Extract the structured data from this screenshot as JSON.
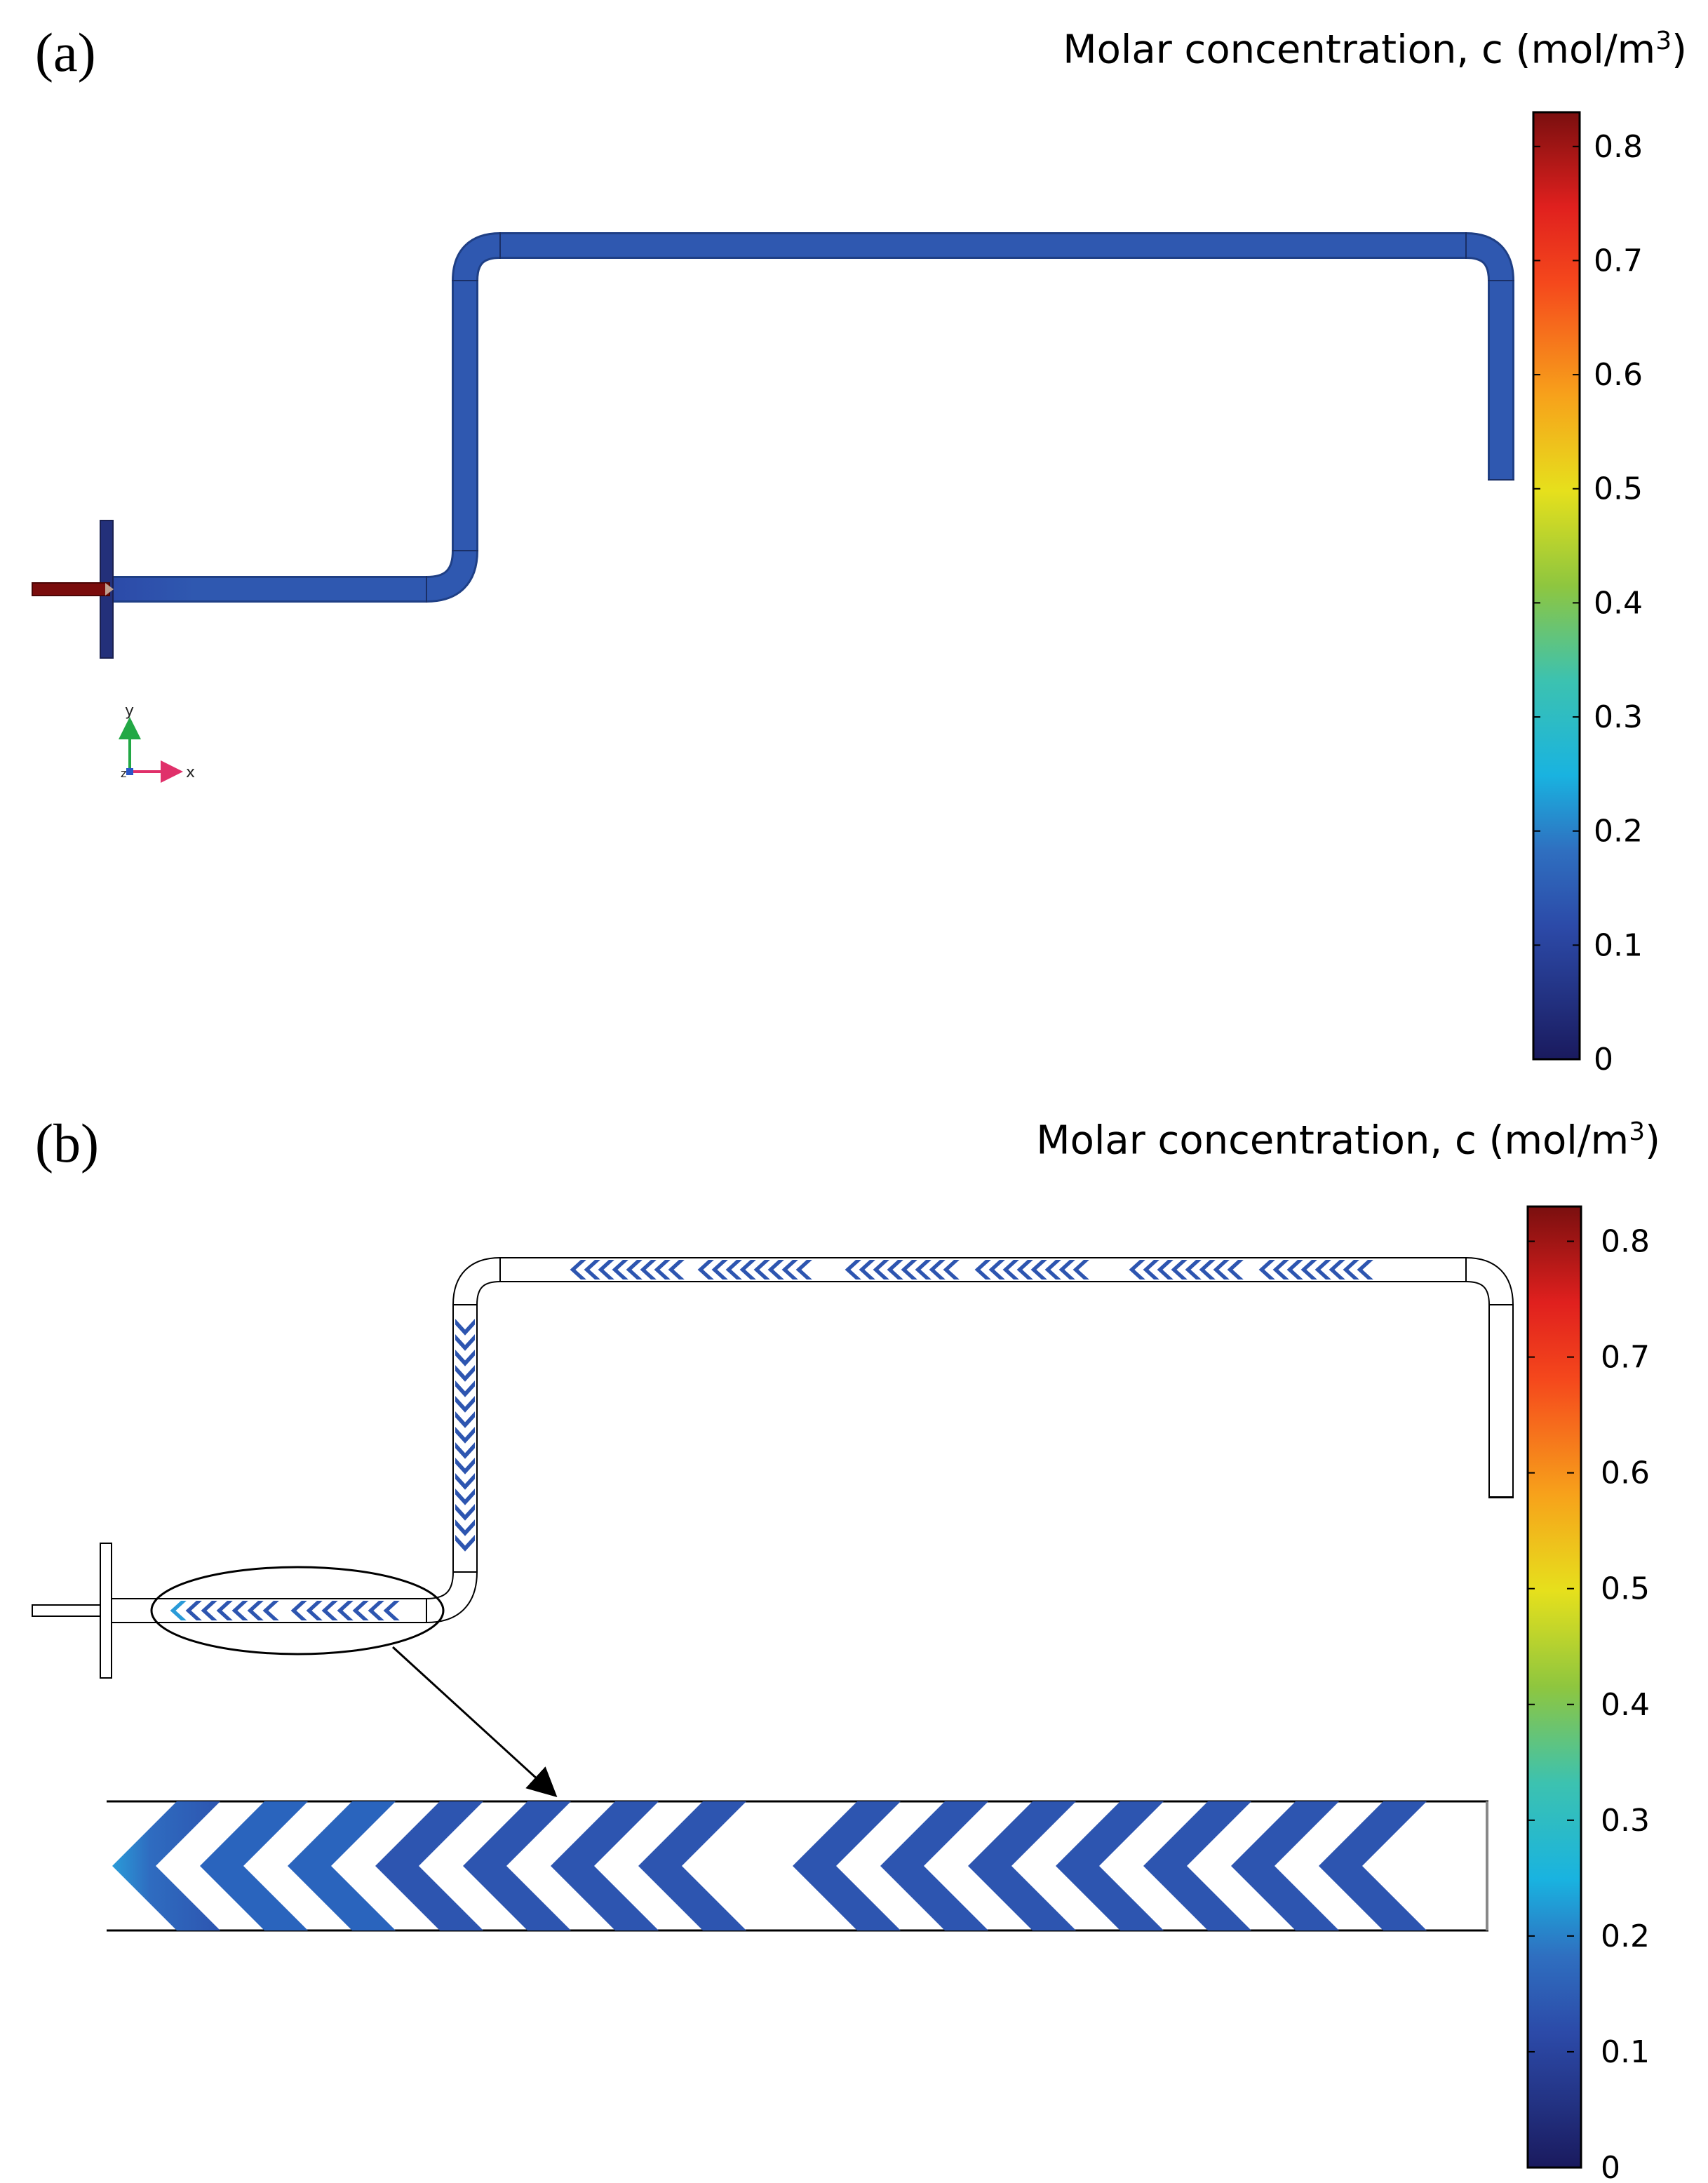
{
  "panels": [
    {
      "id": "a",
      "label": "(a)",
      "colorbar": {
        "title_prefix": "Molar concentration, c (mol/m",
        "title_sup": "3",
        "title_suffix": ")",
        "ticks": [
          "0.8",
          "0.7",
          "0.6",
          "0.5",
          "0.4",
          "0.3",
          "0.2",
          "0.1",
          "0"
        ],
        "tick_values": [
          0.8,
          0.7,
          0.6,
          0.5,
          0.4,
          0.3,
          0.2,
          0.1,
          0
        ],
        "range": [
          0,
          0.83
        ]
      },
      "axes_triad": {
        "y_label": "y",
        "x_label": "x",
        "z_label": "z"
      }
    },
    {
      "id": "b",
      "label": "(b)",
      "colorbar": {
        "title_prefix": "Molar concentration, c (mol/m",
        "title_sup": "3",
        "title_suffix": ")",
        "ticks": [
          "0.8",
          "0.7",
          "0.6",
          "0.5",
          "0.4",
          "0.3",
          "0.2",
          "0.1",
          "0"
        ],
        "tick_values": [
          0.8,
          0.7,
          0.6,
          0.5,
          0.4,
          0.3,
          0.2,
          0.1,
          0
        ],
        "range": [
          0,
          0.83
        ]
      }
    }
  ],
  "colors": {
    "colormap": [
      "#1a1a5e",
      "#2c4aa8",
      "#3a7fc4",
      "#19b3e0",
      "#46c2a0",
      "#8ec63f",
      "#e6e01c",
      "#f7a21b",
      "#f5481c",
      "#e0201e",
      "#7a0f0f"
    ],
    "pipe_fill": "#2f58b0",
    "pipe_edge": "#1f3f85",
    "inlet": "#7a0c0c",
    "chevron": "#2d55b0"
  }
}
